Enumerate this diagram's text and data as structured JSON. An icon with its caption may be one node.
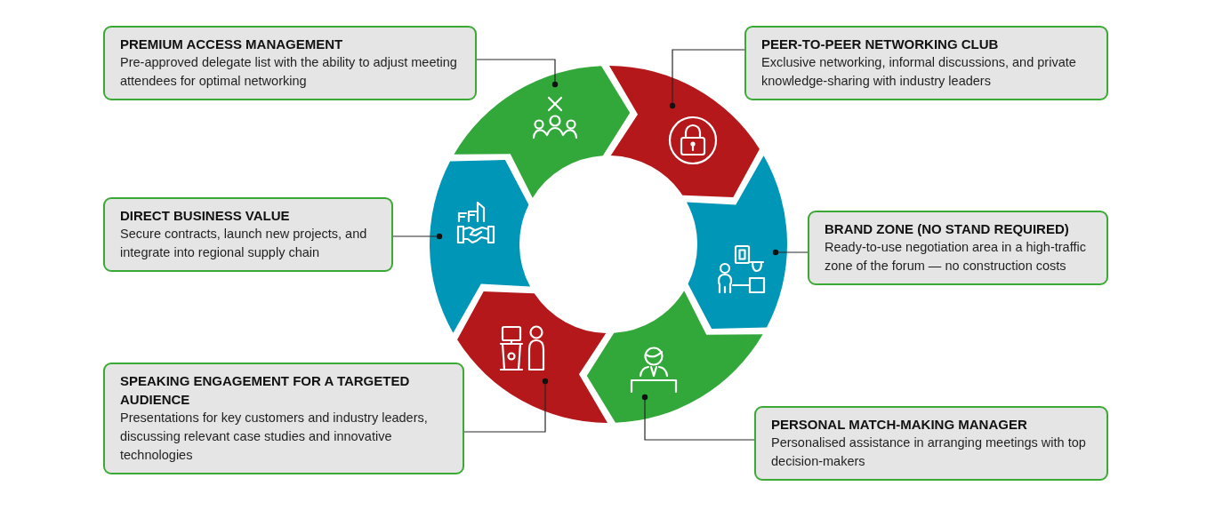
{
  "diagram": {
    "nodes": [
      {
        "text": [
          "PREMIUM ACCESS MANAGEMENT",
          "Pre-approved delegate list with the ability to adjust meeting attendees for optimal networking"
        ]
      },
      {
        "text": [
          "PEER-TO-PEER NETWORKING CLUB",
          "Exclusive networking, informal discussions, and private knowledge-sharing with industry leaders"
        ]
      },
      {
        "text": [
          "DIRECT BUSINESS VALUE",
          "Secure contracts, launch new projects, and integrate into regional supply chain"
        ]
      },
      {
        "text": [
          "BRAND ZONE (NO STAND REQUIRED)",
          "Ready-to-use negotiation area in a high-traffic zone of the forum — no construction costs"
        ]
      },
      {
        "text": [
          "SPEAKING ENGAGEMENT FOR A TARGETED AUDIENCE",
          "Presentations for key customers and industry leaders, discussing relevant case studies and innovative technologies"
        ]
      },
      {
        "text": [
          "PERSONAL MATCH-MAKING MANAGER",
          "Personalised assistance in arranging meetings with top decision-makers"
        ]
      },
      {
        "text": [],
        "shape": "chevron"
      },
      {
        "text": [],
        "shape": "chevron"
      },
      {
        "text": [],
        "shape": "chevron"
      },
      {
        "text": [],
        "shape": "chevron"
      },
      {
        "text": [],
        "shape": "chevron"
      },
      {
        "text": [],
        "shape": "chevron"
      }
    ],
    "edges": [
      {
        "from": 0,
        "to": 6,
        "arrow": "other"
      },
      {
        "from": 1,
        "to": 7,
        "arrow": "other"
      },
      {
        "from": 2,
        "to": 8,
        "arrow": "other"
      },
      {
        "from": 3,
        "to": 9,
        "arrow": "other"
      },
      {
        "from": 4,
        "to": 10,
        "arrow": "other"
      },
      {
        "from": 5,
        "to": 11,
        "arrow": "other"
      }
    ]
  }
}
